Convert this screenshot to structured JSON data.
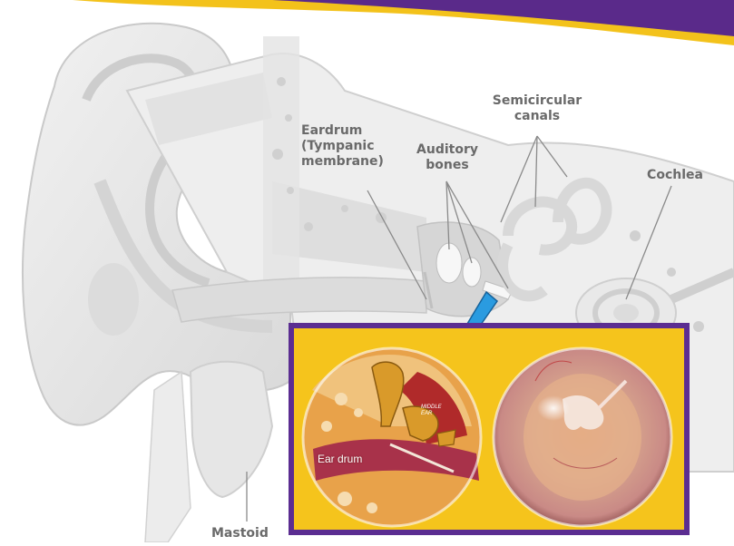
{
  "labels": {
    "eardrum": "Eardrum\n(Tympanic\nmembrane)",
    "auditory_bones": "Auditory\nbones",
    "semicircular_canals": "Semicircular\ncanals",
    "cochlea": "Cochlea",
    "mastoid": "Mastoid"
  },
  "inset": {
    "ear_drum_label": "Ear drum",
    "middle_ear_label": "MIDDLE\nEAR"
  },
  "colors": {
    "banner_gold": "#f3c21b",
    "banner_purple": "#5a2a8a",
    "inset_frame": "#5b2d91",
    "inset_fill": "#f5c41c",
    "pointer_arrow": "#2a9be0",
    "anatomy_gray": "#e6e6e6",
    "label_gray": "#6a6a6a"
  }
}
